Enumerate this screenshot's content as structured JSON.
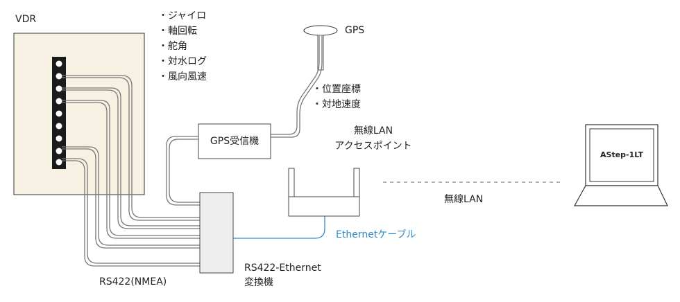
{
  "vdr": {
    "label": "VDR",
    "inputs": [
      "ジャイロ",
      "軸回転",
      "舵角",
      "対水ログ",
      "風向風速"
    ]
  },
  "gps": {
    "label": "GPS",
    "outputs": [
      "位置座標",
      "対地速度"
    ],
    "receiver_label": "GPS受信機"
  },
  "wlan_ap": {
    "label_line1": "無線LAN",
    "label_line2": "アクセスポイント"
  },
  "wlan_link": {
    "label": "無線LAN"
  },
  "ethernet_cable": {
    "label": "Ethernetケーブル",
    "color": "#2e8bc9"
  },
  "converter": {
    "label_line1": "RS422-Ethernet",
    "label_line2": "変換機"
  },
  "rs422": {
    "label": "RS422(NMEA)"
  },
  "laptop": {
    "screen_text": "AStep-1LT"
  },
  "colors": {
    "panel_bg": "#f7f1e3",
    "line": "#777777",
    "box_fill": "#eeeeee"
  }
}
